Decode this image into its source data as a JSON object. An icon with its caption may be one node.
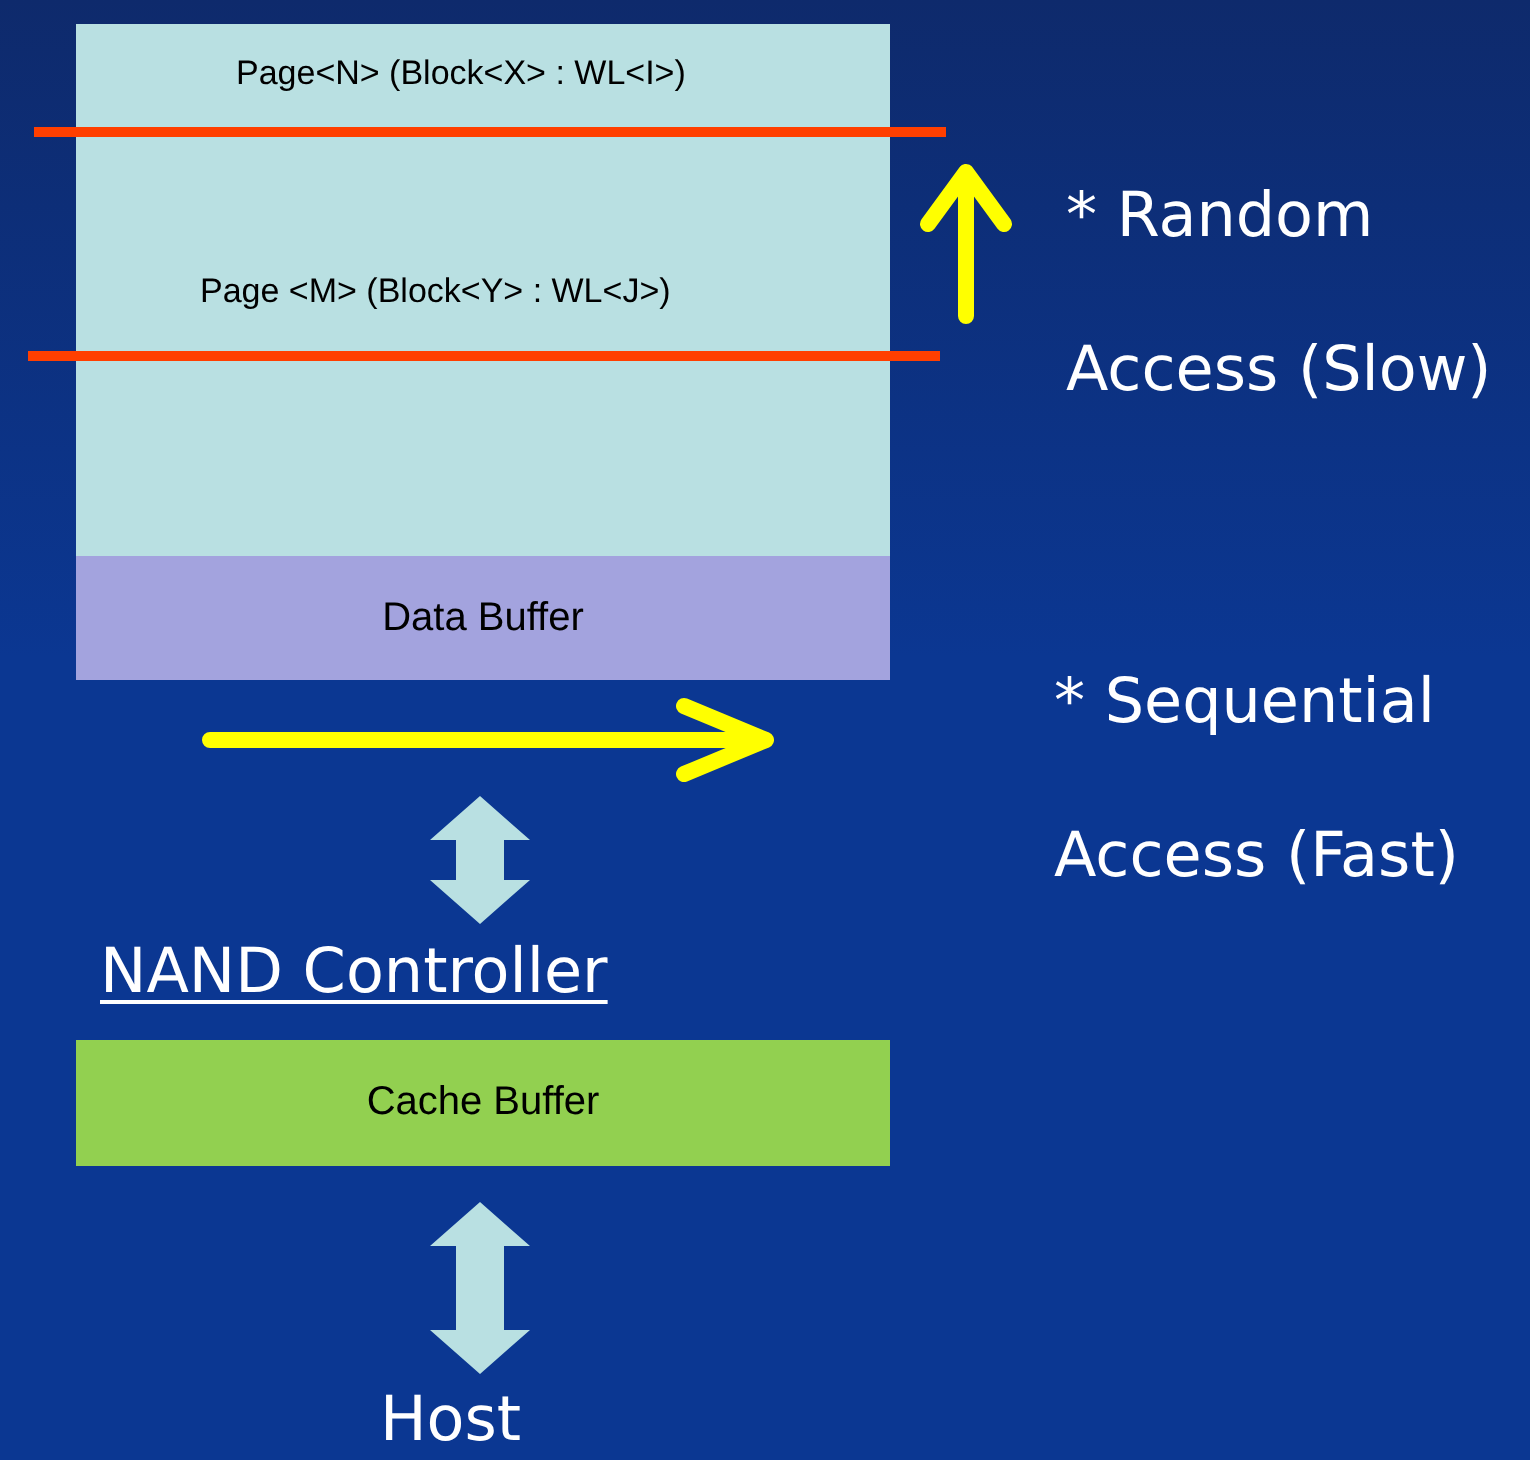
{
  "diagram": {
    "nodes": [
      {
        "text": [
          "Page<N> (Block<X> : WL<I>)",
          "Page <M> (Block<Y> : WL<J>)"
        ]
      },
      {
        "text": [
          "Data Buffer"
        ]
      },
      {
        "text": [
          "NAND Controller"
        ]
      },
      {
        "text": [
          "Cache Buffer"
        ]
      },
      {
        "text": [
          "Host"
        ]
      }
    ],
    "edges": [
      {
        "from": 1,
        "to": 2,
        "arrow": "both"
      },
      {
        "from": 3,
        "to": 4,
        "arrow": "both"
      }
    ],
    "labels": [
      "* Random Access (Slow)",
      "* Sequential Access (Fast)"
    ]
  }
}
